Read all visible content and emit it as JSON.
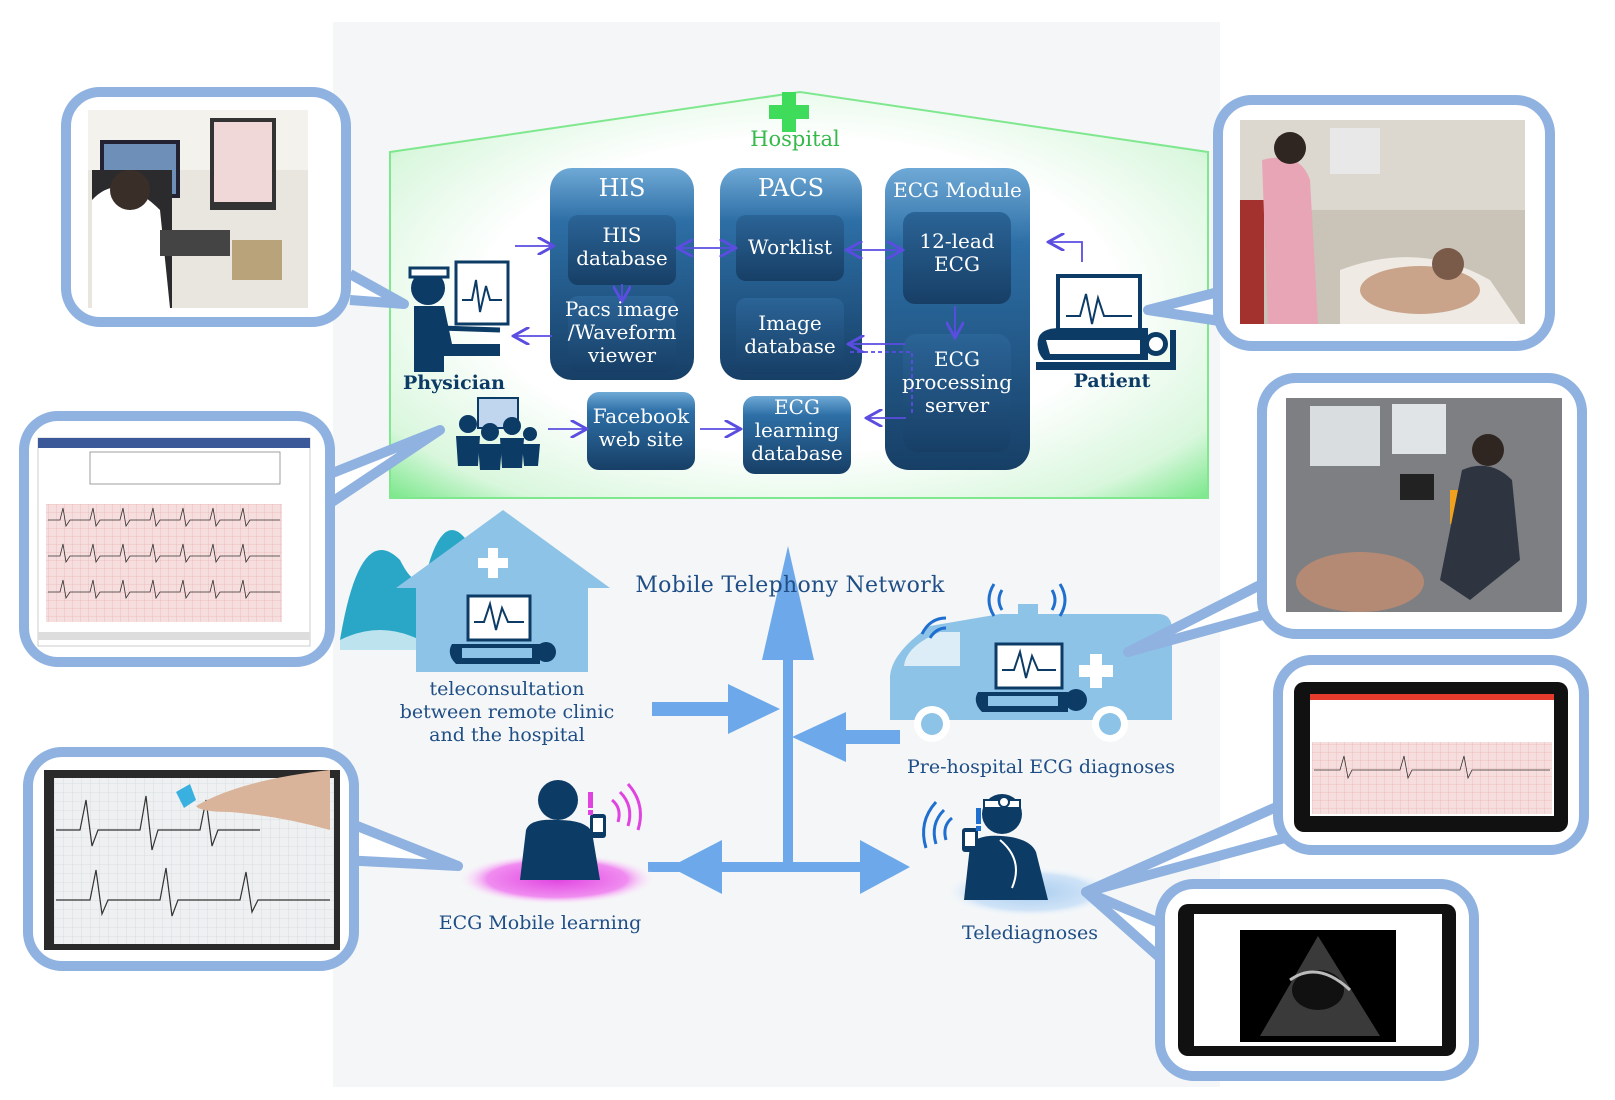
{
  "hospital": {
    "label": "Hospital"
  },
  "his": {
    "title": "HIS",
    "database": "HIS database",
    "viewer": "Pacs image /Waveform viewer"
  },
  "pacs": {
    "title": "PACS",
    "worklist": "Worklist",
    "image_db": "Image database"
  },
  "ecg_module": {
    "title": "ECG Module",
    "lead12": "12-lead ECG",
    "server": "ECG processing server"
  },
  "learning": {
    "facebook": "Facebook web site",
    "ecg_db": "ECG learning database"
  },
  "people": {
    "physician": "Physician",
    "patient": "Patient"
  },
  "network": {
    "label": "Mobile Telephony Network"
  },
  "teleconsult": {
    "label": "teleconsultation between remote clinic and the hospital"
  },
  "prehospital": {
    "label": "Pre-hospital ECG diagnoses"
  },
  "mobile_learning": {
    "label": "ECG Mobile learning"
  },
  "telediag": {
    "label": "Telediagnoses"
  },
  "colors": {
    "hospital_green": "#3fdc5c",
    "box_blue": "#1f5d8f",
    "navy": "#0c3b66",
    "light_blue": "#7fb3e6",
    "bubble": "#8fb2e0",
    "magenta": "#e043e0"
  },
  "icons": [
    "hospital-cross-icon",
    "physician-icon",
    "patient-icon",
    "group-icon",
    "clinic-house-icon",
    "ambulance-icon",
    "mobile-learner-icon",
    "telediagnosis-doctor-icon"
  ]
}
